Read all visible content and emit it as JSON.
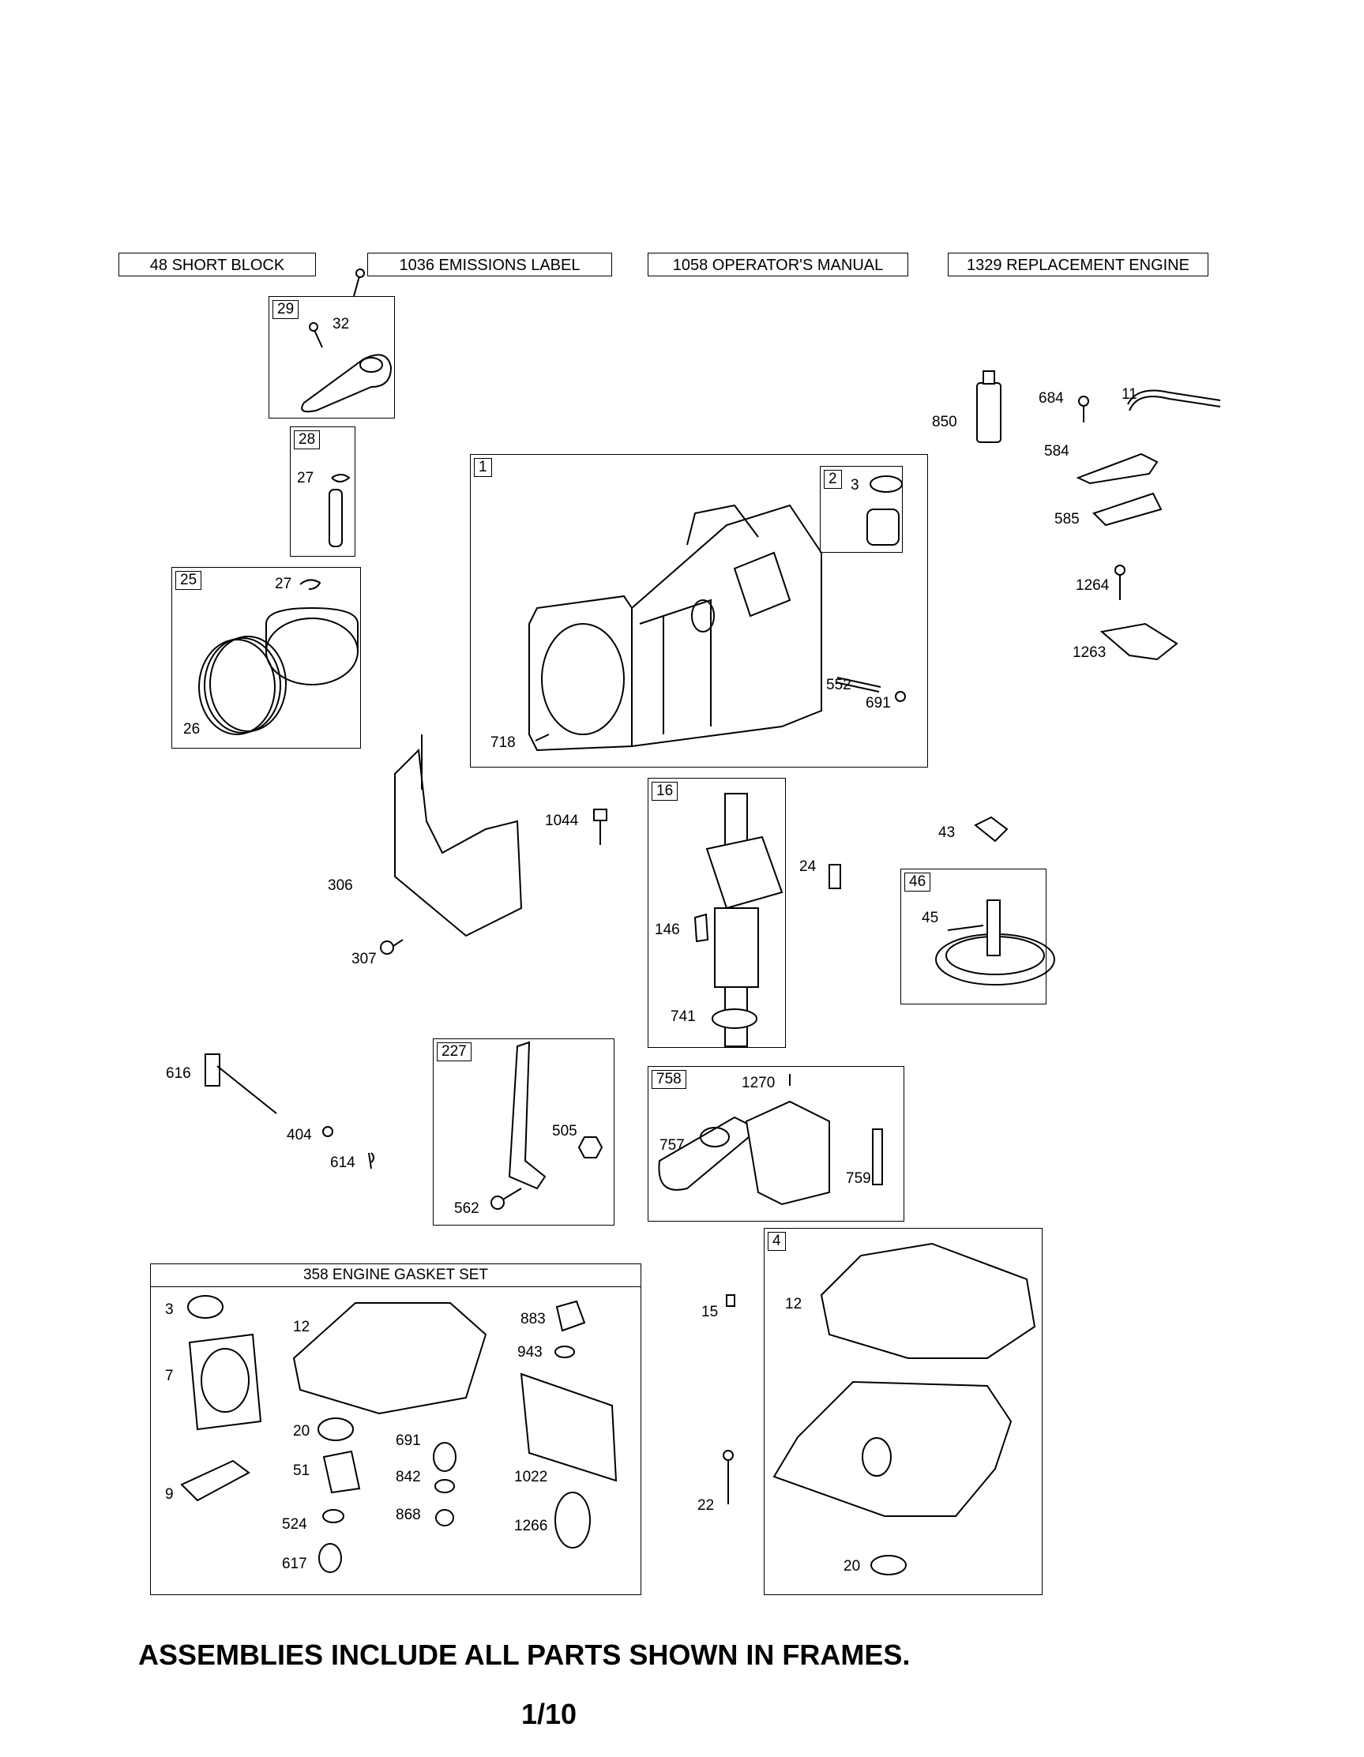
{
  "header_boxes": [
    {
      "label": "48 SHORT BLOCK"
    },
    {
      "label": "1036 EMISSIONS LABEL"
    },
    {
      "label": "1058 OPERATOR'S MANUAL"
    },
    {
      "label": "1329 REPLACEMENT ENGINE"
    }
  ],
  "frames": {
    "f29": {
      "tag": "29",
      "parts": [
        "32"
      ]
    },
    "f28": {
      "tag": "28",
      "parts": [
        "27"
      ]
    },
    "f25": {
      "tag": "25",
      "parts": [
        "27",
        "26"
      ]
    },
    "f1": {
      "tag": "1",
      "parts": [
        "552",
        "691",
        "718"
      ]
    },
    "f2": {
      "tag": "2",
      "parts": [
        "3"
      ]
    },
    "f16": {
      "tag": "16",
      "parts": [
        "146",
        "741"
      ]
    },
    "f46": {
      "tag": "46",
      "parts": [
        "45"
      ]
    },
    "f227": {
      "tag": "227",
      "parts": [
        "505",
        "562"
      ]
    },
    "f758": {
      "tag": "758",
      "parts": [
        "1270",
        "757",
        "759"
      ]
    },
    "f4": {
      "tag": "4",
      "parts": [
        "12",
        "20"
      ]
    }
  },
  "gasket_set": {
    "title": "358 ENGINE GASKET SET",
    "parts": [
      "3",
      "7",
      "9",
      "12",
      "20",
      "51",
      "524",
      "617",
      "691",
      "842",
      "868",
      "883",
      "943",
      "1022",
      "1266"
    ]
  },
  "loose_parts": [
    "850",
    "684",
    "11",
    "584",
    "585",
    "1264",
    "1263",
    "1044",
    "306",
    "307",
    "24",
    "43",
    "616",
    "404",
    "614",
    "15",
    "22"
  ],
  "footer": "ASSEMBLIES INCLUDE ALL PARTS SHOWN IN FRAMES.",
  "page_number": "1/10"
}
